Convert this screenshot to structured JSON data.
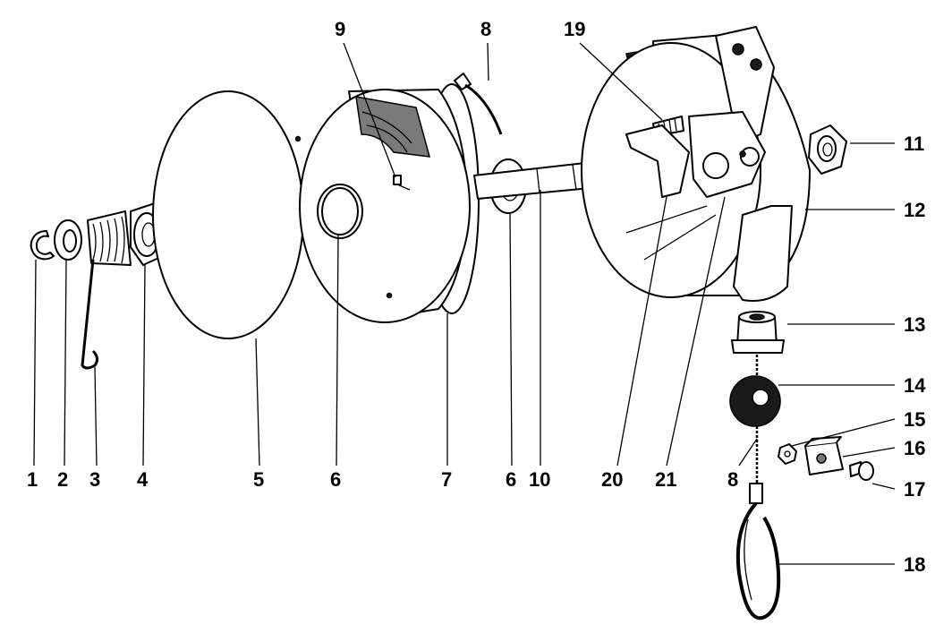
{
  "callouts": {
    "c1": "1",
    "c2": "2",
    "c3": "3",
    "c4": "4",
    "c5": "5",
    "c6a": "6",
    "c7": "7",
    "c6b": "6",
    "c10": "10",
    "c20": "20",
    "c21": "21",
    "c8a": "8",
    "c9": "9",
    "c8b": "8",
    "c19": "19",
    "c11": "11",
    "c12": "12",
    "c13": "13",
    "c14": "14",
    "c15": "15",
    "c16": "16",
    "c17": "17",
    "c18": "18"
  }
}
